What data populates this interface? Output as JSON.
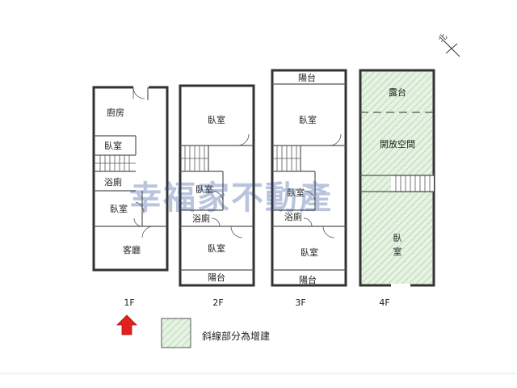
{
  "compass": {
    "label": "北"
  },
  "floors": [
    {
      "label": "1F",
      "rooms": [
        "廚房",
        "臥室",
        "浴廁",
        "臥室",
        "客廳"
      ]
    },
    {
      "label": "2F",
      "rooms": [
        "臥室",
        "臥室",
        "浴廁",
        "臥室",
        "陽台"
      ]
    },
    {
      "label": "3F",
      "rooms": [
        "陽台",
        "臥室",
        "臥室",
        "浴廁",
        "臥室",
        "陽台"
      ]
    },
    {
      "label": "4F",
      "rooms": [
        "露台",
        "開放空間",
        "臥",
        "室"
      ]
    }
  ],
  "watermark": "幸福家不動產",
  "legend": {
    "text": "斜線部分為增建",
    "hatch_color": "#c8e6c0"
  },
  "colors": {
    "arrow": "#e0211d",
    "hatch_line": "#9cc79a",
    "wall": "#333333"
  }
}
